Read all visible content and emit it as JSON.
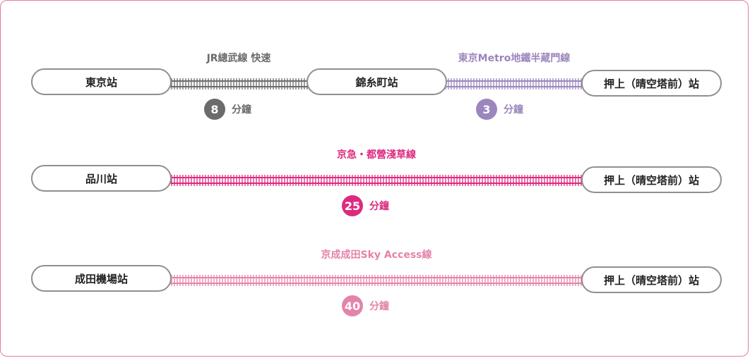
{
  "stations": {
    "tokyo": "東京站",
    "kinshicho": "錦糸町站",
    "oshiage": "押上（晴空塔前）站",
    "shinagawa": "品川站",
    "narita": "成田機場站"
  },
  "routes": {
    "jr_rapid": {
      "line": "JR總武線 快速",
      "minutes": "8",
      "unit": "分鐘",
      "color": "#6b6b6b"
    },
    "hanzomon": {
      "line": "東京Metro地鐵半蔵門線",
      "minutes": "3",
      "unit": "分鐘",
      "color": "#9b86bd"
    },
    "asakusa": {
      "line": "京急・都營淺草線",
      "minutes": "25",
      "unit": "分鐘",
      "color": "#dd2a7f"
    },
    "skyaccess": {
      "line": "京成成田Sky Access線",
      "minutes": "40",
      "unit": "分鐘",
      "color": "#e483a9"
    }
  }
}
